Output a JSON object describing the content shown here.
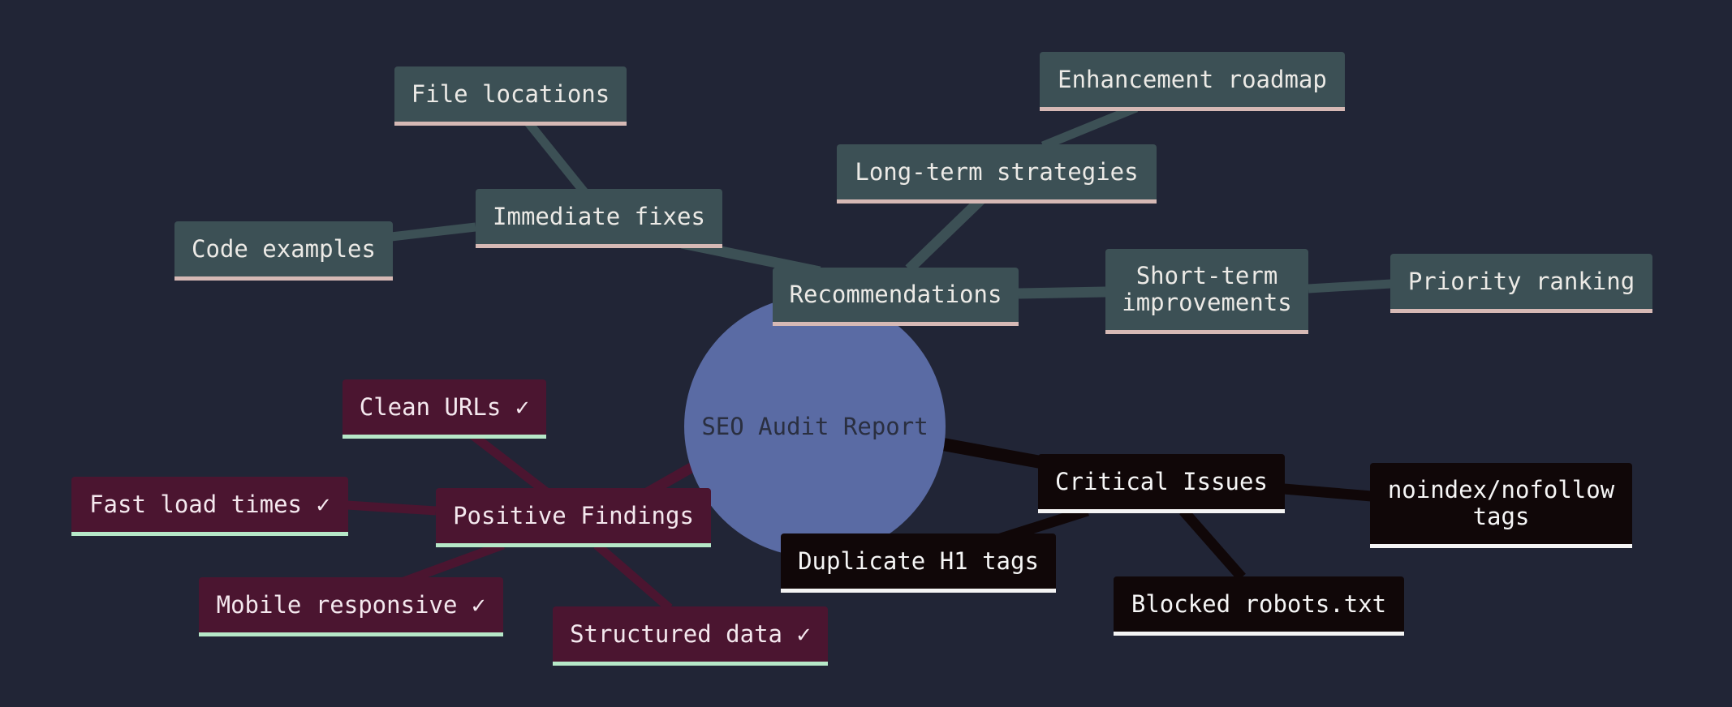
{
  "root": "SEO Audit Report",
  "colors": {
    "background": "#212536",
    "root": "#5a6ba4",
    "recommendations_branch": "#3c5055",
    "positive_branch": "#4b1530",
    "critical_branch": "#100708"
  },
  "recommendations": {
    "label": "Recommendations",
    "immediate": {
      "label": "Immediate fixes",
      "children": [
        "File locations",
        "Code examples"
      ]
    },
    "long_term": {
      "label": "Long-term strategies",
      "children": [
        "Enhancement roadmap"
      ]
    },
    "short_term": {
      "label": "Short-term\nimprovements",
      "children": [
        "Priority ranking"
      ]
    }
  },
  "positive": {
    "label": "Positive Findings",
    "children": [
      "Clean URLs ✓",
      "Fast load times ✓",
      "Mobile responsive ✓",
      "Structured data ✓"
    ]
  },
  "critical": {
    "label": "Critical Issues",
    "children": [
      "noindex/nofollow\ntags",
      "Duplicate H1 tags",
      "Blocked robots.txt"
    ]
  }
}
